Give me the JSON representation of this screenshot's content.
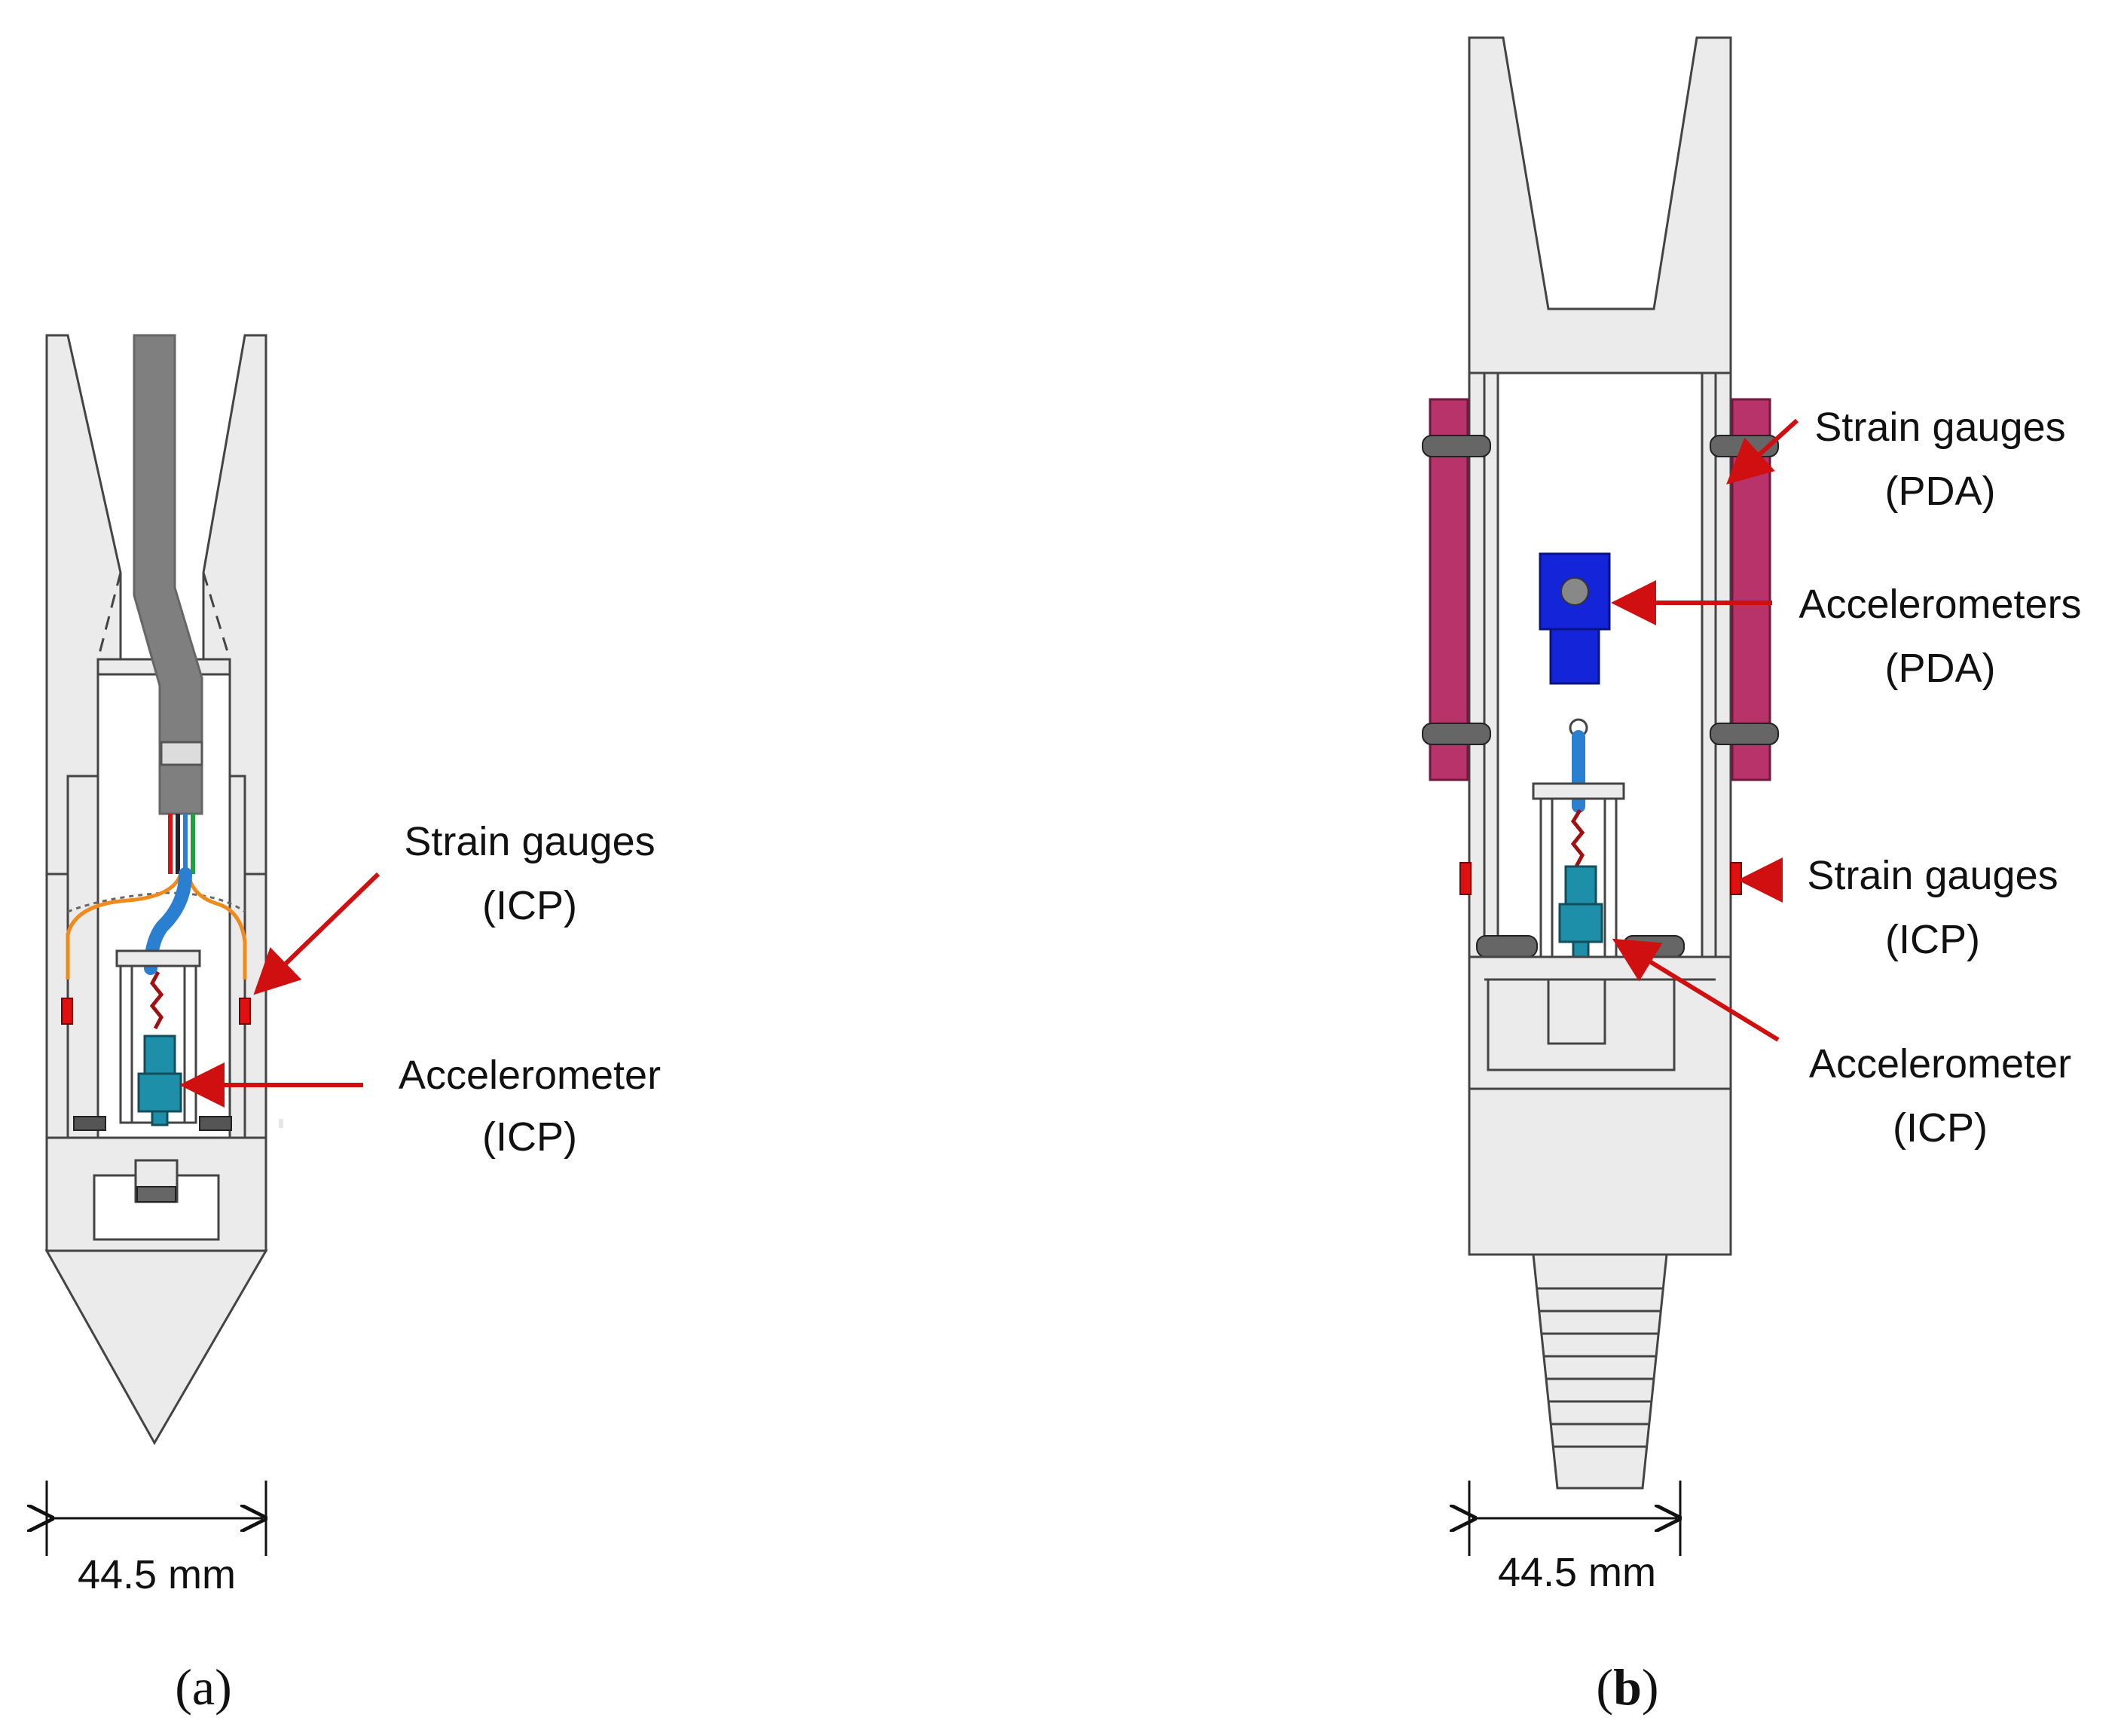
{
  "panel_a": {
    "caption_open": "(",
    "caption_letter": "a",
    "caption_close": ")",
    "dimension": "44.5 mm",
    "labels": {
      "strain_line1": "Strain gauges",
      "strain_line2": "(ICP)",
      "accel_line1": "Accelerometer",
      "accel_line2": "(ICP)"
    }
  },
  "panel_b": {
    "caption_open": "(",
    "caption_letter": "b",
    "caption_close": ")",
    "dimension": "44.5 mm",
    "labels": {
      "strain_pda_line1": "Strain gauges",
      "strain_pda_line2": "(PDA)",
      "accel_pda_line1": "Accelerometers",
      "accel_pda_line2": "(PDA)",
      "strain_icp_line1": "Strain gauges",
      "strain_icp_line2": "(ICP)",
      "accel_icp_line1": "Accelerometer",
      "accel_icp_line2": "(ICP)"
    }
  },
  "colors": {
    "body": "#ebebeb",
    "outline": "#444444",
    "cable": "#7f7f7f",
    "arrow": "#d01010",
    "strain_pda": "#b8336a",
    "accel_pda": "#1424d8",
    "accel_icp": "#1d8fa8",
    "wire_blue": "#2b7fd0",
    "wire_orange": "#f08a1c",
    "gauge_red": "#e01010"
  }
}
